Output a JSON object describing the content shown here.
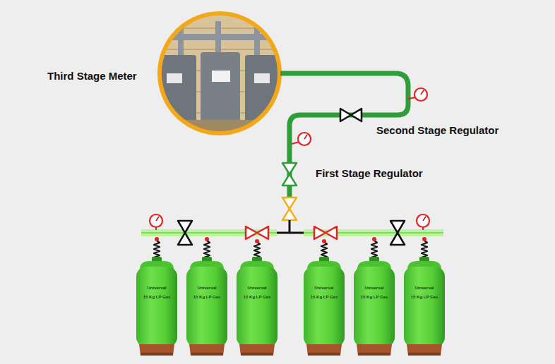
{
  "diagram": {
    "labels": [
      "Third Stage Meter",
      "Second Stage Regulator",
      "First Stage Regulator",
      "Universal",
      "15 Kg LP Gas",
      "Universal",
      "15 Kg LP Gas",
      "Universal",
      "15 Kg LP Gas",
      "Universal",
      "15 Kg LP Gas",
      "Universal",
      "15 Kg LP Gas",
      "Universal",
      "15 Kg LP Gas"
    ]
  }
}
